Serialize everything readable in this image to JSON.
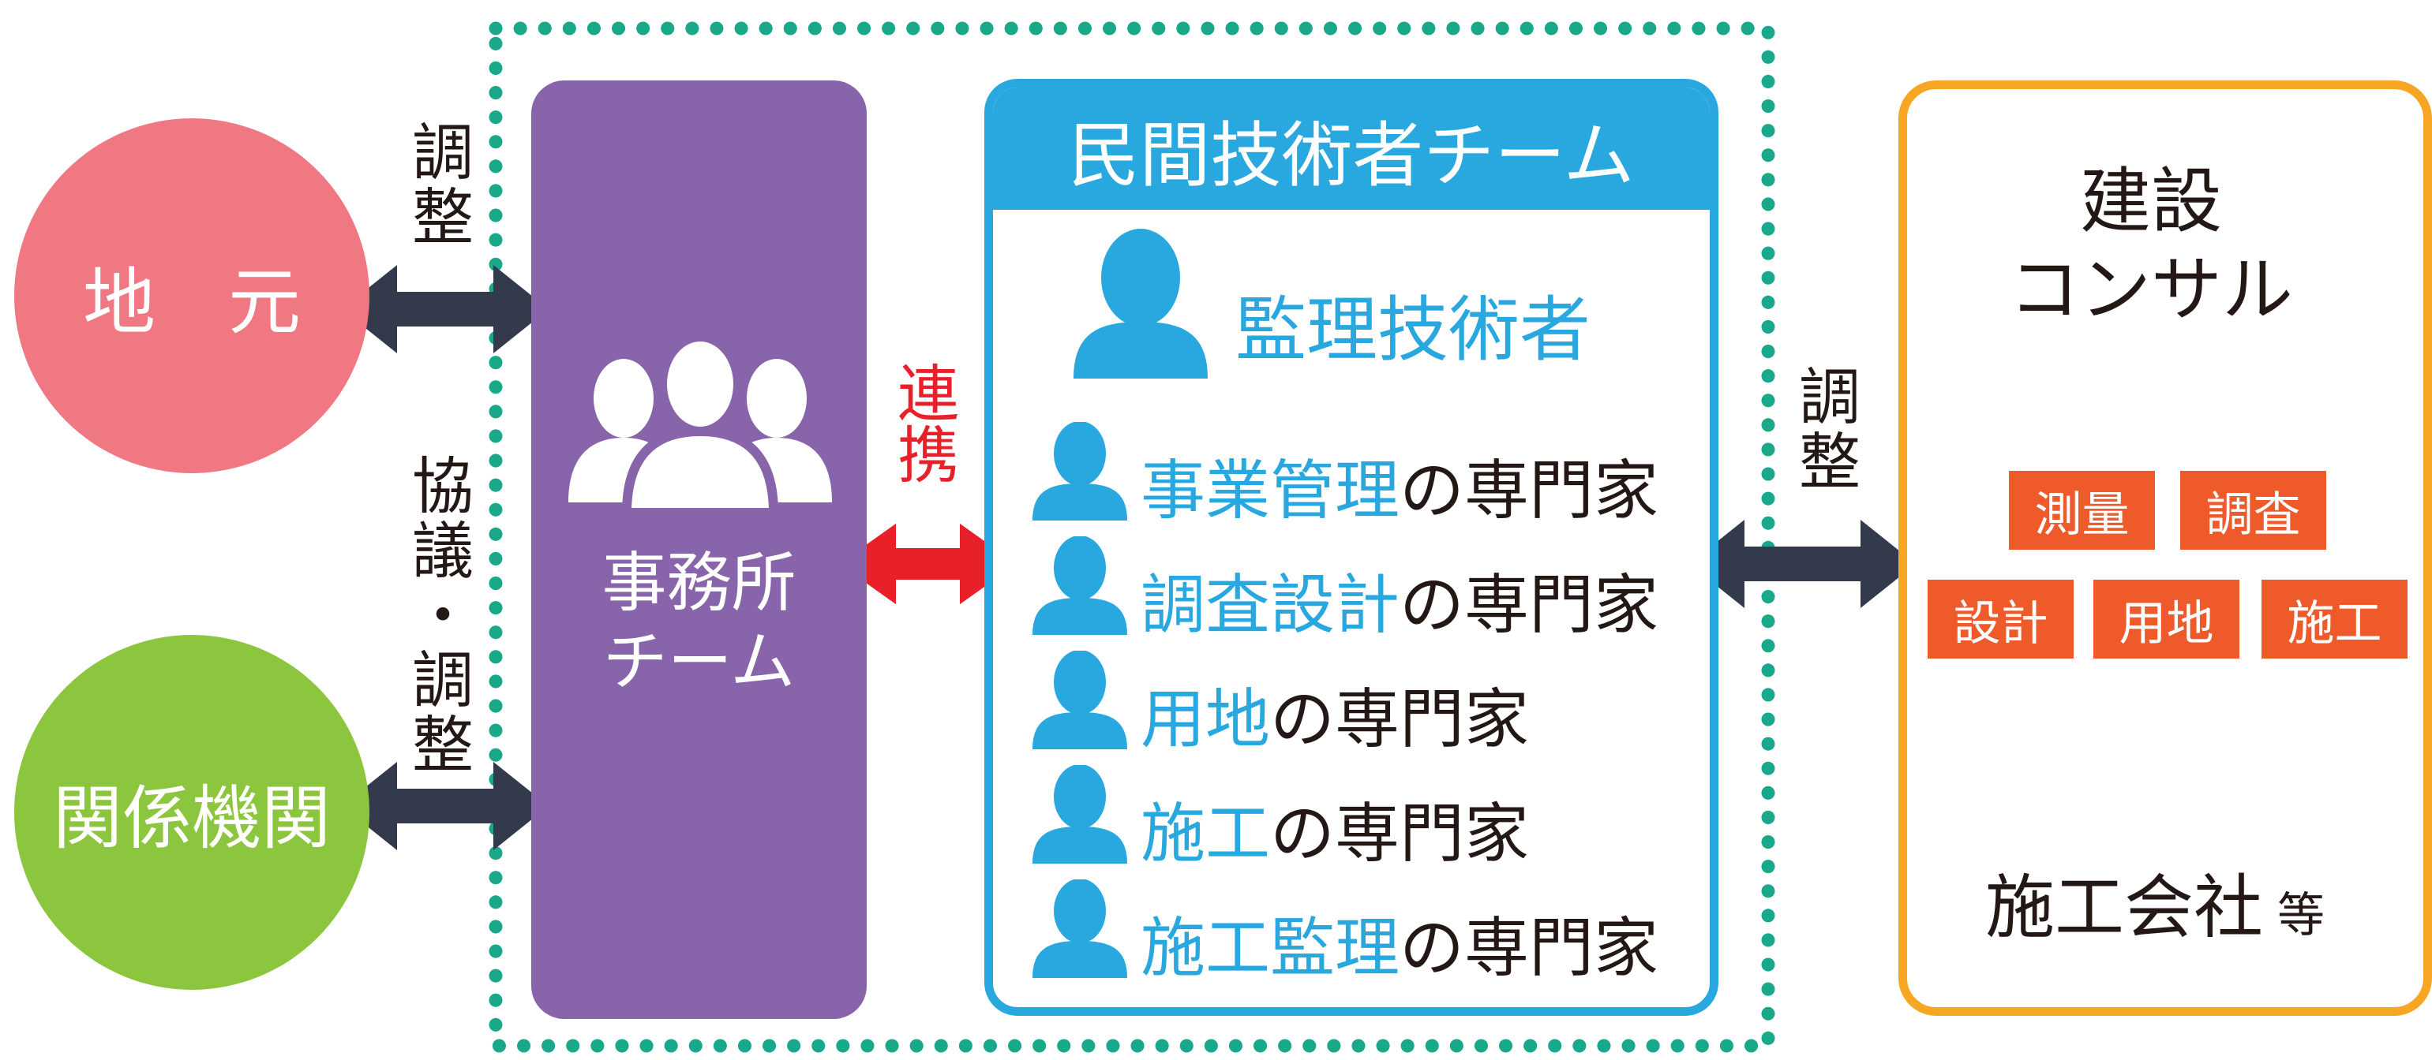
{
  "nodes": {
    "local": "地　元",
    "agencies": "関係機関",
    "office_team_line1": "事務所",
    "office_team_line2": "チーム",
    "private_team_title": "民間技術者チーム",
    "supervisor": "監理技術者",
    "consultant_line1": "建設",
    "consultant_line2": "コンサル",
    "contractor": "施工会社",
    "contractor_suffix": "等"
  },
  "edge_labels": {
    "local_link": "調整",
    "agency_link": "協議・調整",
    "cooperation": "連携",
    "consultant_link": "調整"
  },
  "experts": [
    {
      "field": "事業管理",
      "suffix": "の専門家"
    },
    {
      "field": "調査設計",
      "suffix": "の専門家"
    },
    {
      "field": "用地",
      "suffix": "の専門家"
    },
    {
      "field": "施工",
      "suffix": "の専門家"
    },
    {
      "field": "施工監理",
      "suffix": "の専門家"
    }
  ],
  "consultant_tags": [
    "測量",
    "調査",
    "設計",
    "用地",
    "施工"
  ],
  "colors": {
    "local": "#f07882",
    "agencies": "#8cc63f",
    "office_team": "#8865aa",
    "private_team": "#29a8df",
    "consultant_border": "#f6a623",
    "tag": "#ef5a2b",
    "cooperation_arrow": "#e8202a",
    "link_arrow": "#333a4b",
    "dotted_frame": "#1aa88a"
  }
}
